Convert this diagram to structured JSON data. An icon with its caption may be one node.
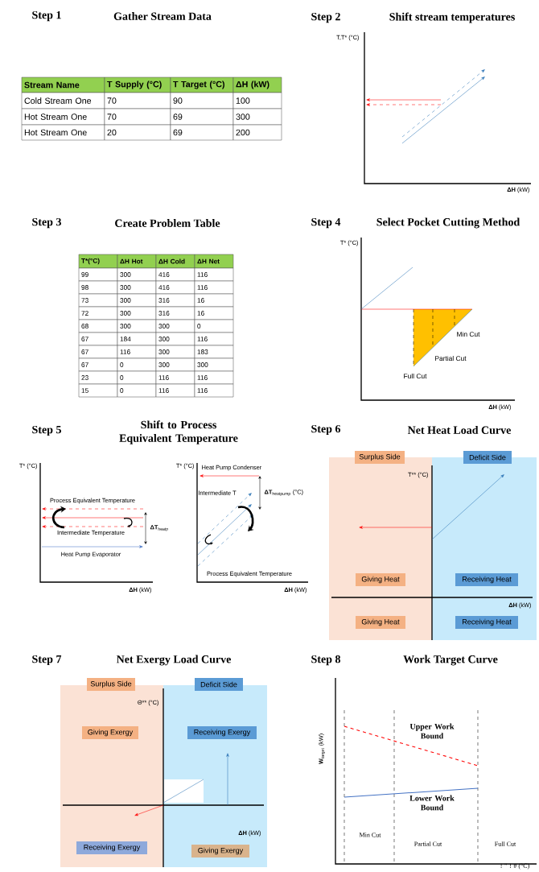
{
  "diagram": {
    "nodes": [
      {
        "text": [
          "Surplus Side"
        ]
      },
      {
        "text": [
          "Deficit Side"
        ]
      },
      {
        "text": [
          "Giving Heat"
        ]
      },
      {
        "text": [
          "Receiving Heat"
        ]
      },
      {
        "text": [
          "Giving Heat"
        ]
      },
      {
        "text": [
          "Receiving Heat"
        ]
      },
      {
        "text": [
          "Surplus Side"
        ]
      },
      {
        "text": [
          "Deficit Side"
        ]
      },
      {
        "text": [
          "Giving Exergy"
        ]
      },
      {
        "text": [
          "Receiving Exergy"
        ]
      },
      {
        "text": [
          "Receiving Exergy"
        ]
      },
      {
        "text": [
          "Giving Exergy"
        ]
      }
    ],
    "labels": [
      "Step 1",
      "Gather Stream Data",
      "Step 2",
      "Shift stream temperatures",
      "Stream Name",
      "T Supply (°C)",
      "T Target (°C)",
      "ΔH (kW)",
      "Cold Stream One",
      "70",
      "90",
      "100",
      "Hot Stream One",
      "70",
      "69",
      "300",
      "Hot Stream One",
      "20",
      "69",
      "200",
      "T,T* (°C)",
      "**ΔH** (kW)",
      "Step 3",
      "Create Problem Table",
      "T*(°C)",
      "ΔH Hot",
      "ΔH Cold",
      "ΔH Net",
      "99",
      "300",
      "416",
      "116",
      "98",
      "300",
      "416",
      "116",
      "73",
      "300",
      "316",
      "16",
      "72",
      "300",
      "316",
      "16",
      "68",
      "300",
      "300",
      "0",
      "67",
      "184",
      "300",
      "116",
      "67",
      "116",
      "300",
      "183",
      "67",
      "0",
      "300",
      "300",
      "23",
      "0",
      "116",
      "116",
      "15",
      "0",
      "116",
      "116",
      "Step 4",
      "Select Pocket Cutting Method",
      "T* (°C)",
      "Min Cut",
      "Partial Cut",
      "Full Cut",
      "**ΔH** (kW)",
      "Step 5",
      "Shift to Process Equivalent Temperature",
      "T* (°C)",
      "Process Equivalent Temperature",
      "Intermediate Temperature",
      "**ΔT**$_{heatp}$",
      "Heat Pump Evaporator",
      "**ΔH** (kW)",
      "T* (°C)",
      "Heat Pump Condenser",
      "Intermediate T",
      "**ΔT**$_{heatpump}$ (°C)",
      "Process Equivalent Temperature",
      "**ΔH** (kW)",
      "Step 6",
      "Net Heat Load Curve",
      "T** (°C)",
      "**ΔH** (kW)",
      "Step 7",
      "Net Exergy Load Curve",
      "Θ** (°C)",
      "**ΔH** (kW)",
      "Step 8",
      "Work Target Curve",
      "**W**$_{target}$ (kW)",
      "Upper Work Bound",
      "Lower Work Bound",
      "Min Cut",
      "Partial Cut",
      "Full Cut",
      "! \" ! # (°C)"
    ]
  }
}
